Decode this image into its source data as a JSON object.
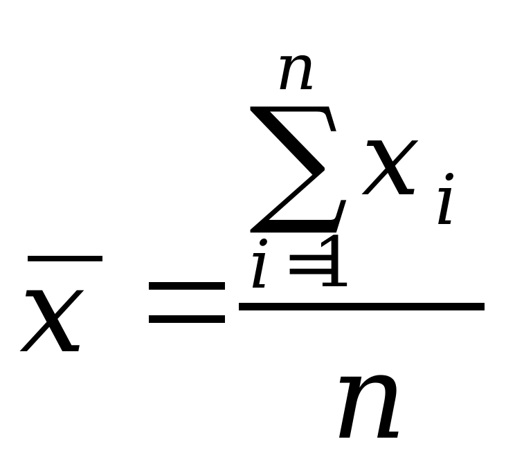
{
  "formula": {
    "lhs_variable": "x",
    "equals": "=",
    "summation": {
      "symbol": "∑",
      "upper_limit": "n",
      "lower_index": "i",
      "lower_equals_one": "=1",
      "term_variable": "x",
      "term_subscript": "i"
    },
    "denominator": "n"
  }
}
